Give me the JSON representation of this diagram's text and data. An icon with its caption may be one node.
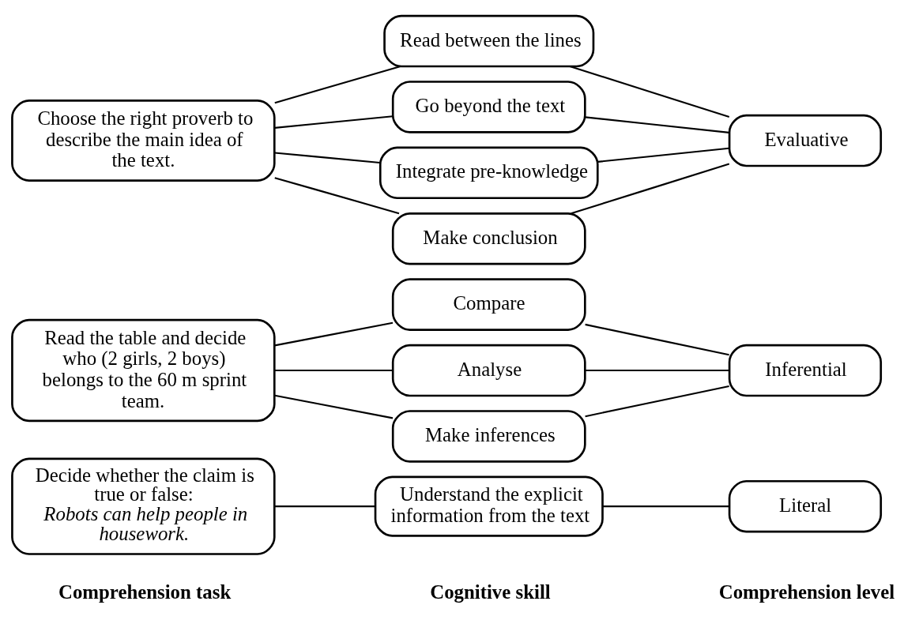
{
  "diagram": {
    "nodes": [
      {
        "text": [
          "Decide whether the claim is true or false:",
          "*Robots can help people in housework.*"
        ]
      },
      {
        "text": [
          "Understand the explicit information from the text"
        ]
      },
      {
        "text": [
          "Literal"
        ]
      },
      {
        "text": [
          "Read the table and decide who (2 girls, 2 boys) belongs to the 60 m sprint team."
        ]
      },
      {
        "text": [
          "Compare"
        ]
      },
      {
        "text": [
          "Analyse"
        ]
      },
      {
        "text": [
          "Make inferences"
        ]
      },
      {
        "text": [
          "Inferential"
        ]
      },
      {
        "text": [
          "Choose the right proverb to describe the main idea of the text."
        ]
      },
      {
        "text": [
          "Read between the lines"
        ]
      },
      {
        "text": [
          "Go beyond the text"
        ]
      },
      {
        "text": [
          "Integrate pre-knowledge"
        ]
      },
      {
        "text": [
          "Make conclusion"
        ]
      },
      {
        "text": [
          "Evaluative"
        ]
      }
    ],
    "edges": [
      {
        "from": 0,
        "to": 1,
        "arrow": "none"
      },
      {
        "from": 1,
        "to": 2,
        "arrow": "none"
      },
      {
        "from": 3,
        "to": 4,
        "arrow": "none"
      },
      {
        "from": 3,
        "to": 5,
        "arrow": "none"
      },
      {
        "from": 3,
        "to": 6,
        "arrow": "none"
      },
      {
        "from": 4,
        "to": 7,
        "arrow": "none"
      },
      {
        "from": 5,
        "to": 7,
        "arrow": "none"
      },
      {
        "from": 6,
        "to": 7,
        "arrow": "none"
      },
      {
        "from": 8,
        "to": 9,
        "arrow": "none"
      },
      {
        "from": 8,
        "to": 10,
        "arrow": "none"
      },
      {
        "from": 8,
        "to": 11,
        "arrow": "none"
      },
      {
        "from": 8,
        "to": 12,
        "arrow": "none"
      },
      {
        "from": 9,
        "to": 13,
        "arrow": "none"
      },
      {
        "from": 10,
        "to": 13,
        "arrow": "none"
      },
      {
        "from": 11,
        "to": 13,
        "arrow": "none"
      },
      {
        "from": 12,
        "to": 13,
        "arrow": "none"
      }
    ],
    "labels": [
      "Comprehension task",
      "Cognitive skill",
      "Comprehension level"
    ]
  }
}
